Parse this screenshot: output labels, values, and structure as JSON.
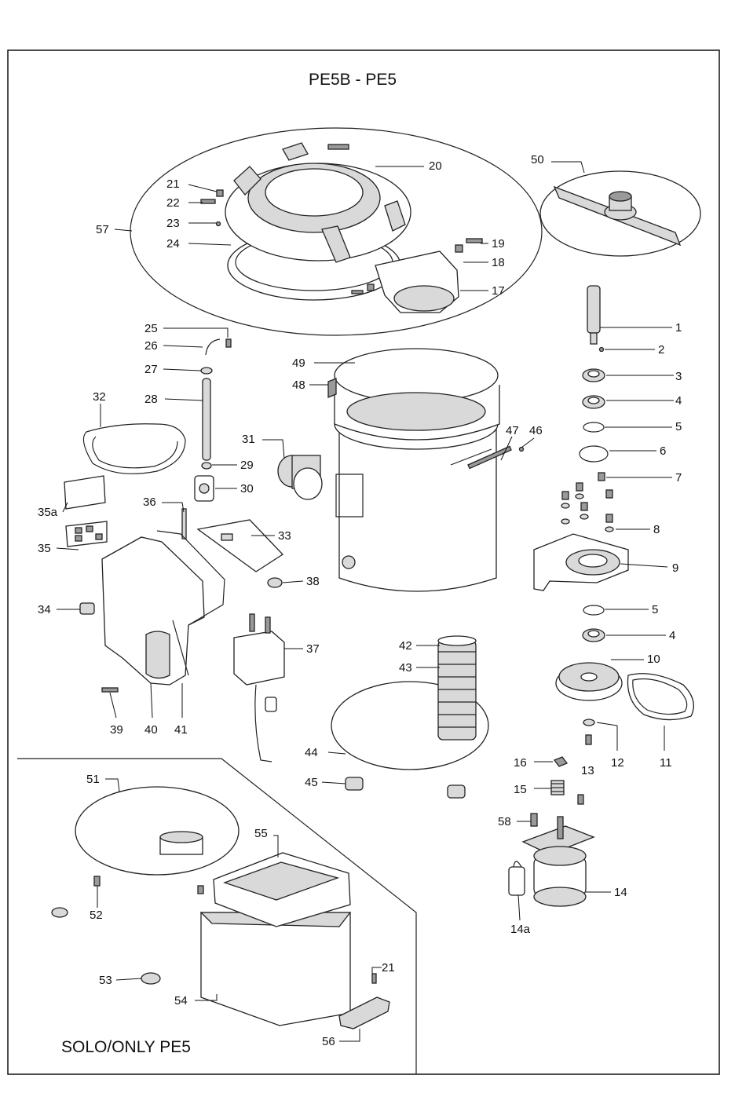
{
  "title": "PE5B - PE5",
  "section_label": "SOLO/ONLY PE5",
  "callouts": {
    "c1": "1",
    "c2": "2",
    "c3": "3",
    "c4a": "4",
    "c4b": "4",
    "c5a": "5",
    "c5b": "5",
    "c6": "6",
    "c7": "7",
    "c8": "8",
    "c9": "9",
    "c10": "10",
    "c11": "11",
    "c12": "12",
    "c13": "13",
    "c14": "14",
    "c14a": "14a",
    "c15": "15",
    "c16": "16",
    "c17": "17",
    "c18": "18",
    "c19": "19",
    "c20": "20",
    "c21a": "21",
    "c21b": "21",
    "c22": "22",
    "c23": "23",
    "c24": "24",
    "c25": "25",
    "c26": "26",
    "c27": "27",
    "c28": "28",
    "c29": "29",
    "c30": "30",
    "c31": "31",
    "c32": "32",
    "c33": "33",
    "c34": "34",
    "c35": "35",
    "c35a": "35a",
    "c36": "36",
    "c37": "37",
    "c38": "38",
    "c39": "39",
    "c40": "40",
    "c41": "41",
    "c42": "42",
    "c43": "43",
    "c44": "44",
    "c45": "45",
    "c46": "46",
    "c47": "47",
    "c48": "48",
    "c49": "49",
    "c50": "50",
    "c51": "51",
    "c52": "52",
    "c53": "53",
    "c54": "54",
    "c55": "55",
    "c56": "56",
    "c57": "57",
    "c58": "58"
  }
}
